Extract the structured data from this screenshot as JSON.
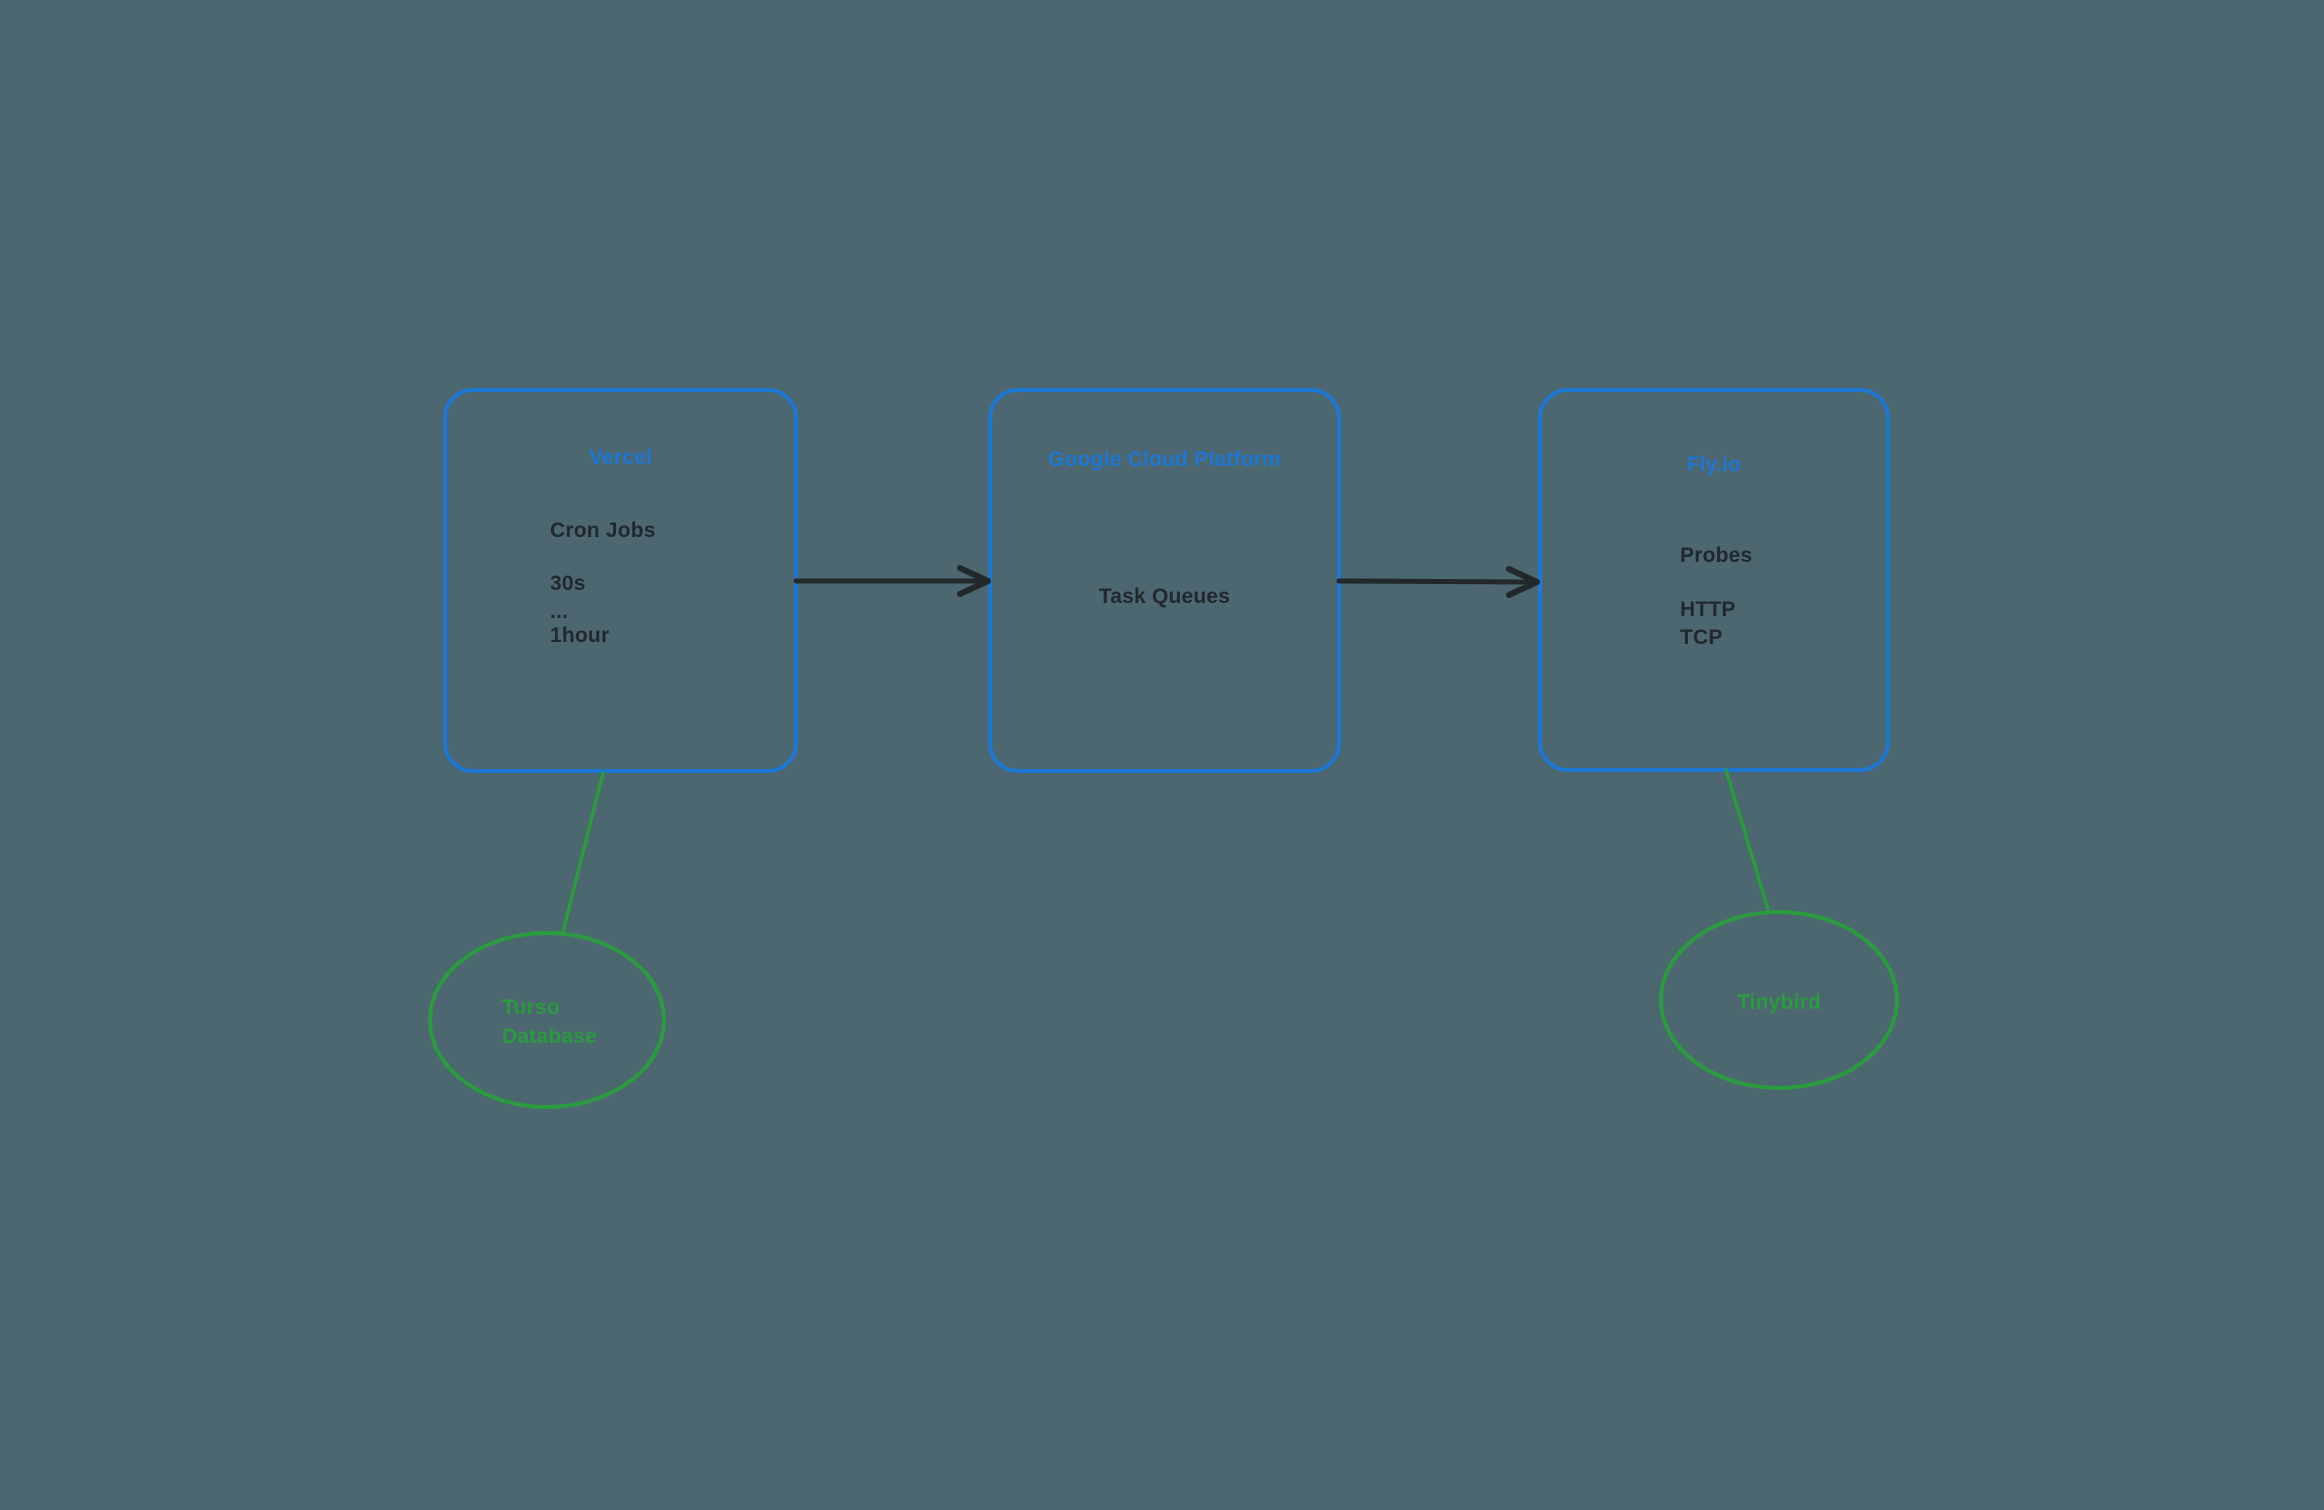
{
  "diagram": {
    "colors": {
      "background": "#4d6770",
      "blue": "#1d78d4",
      "green": "#2a9b3e",
      "ink": "#21292e",
      "arrow": "#23282b"
    },
    "nodes": [
      {
        "id": "vercel",
        "title": "Vercel",
        "lines": [
          "Cron Jobs",
          "30s",
          "...",
          "1hour"
        ]
      },
      {
        "id": "gcp",
        "title": "Google Cloud Platform",
        "lines": [
          "Task Queues"
        ]
      },
      {
        "id": "flyio",
        "title": "Fly.io",
        "lines": [
          "Probes",
          "HTTP",
          "TCP"
        ]
      }
    ],
    "ellipses": [
      {
        "id": "turso",
        "lines": [
          "Turso",
          "Database"
        ]
      },
      {
        "id": "tinybird",
        "lines": [
          "Tinybird"
        ]
      }
    ]
  }
}
